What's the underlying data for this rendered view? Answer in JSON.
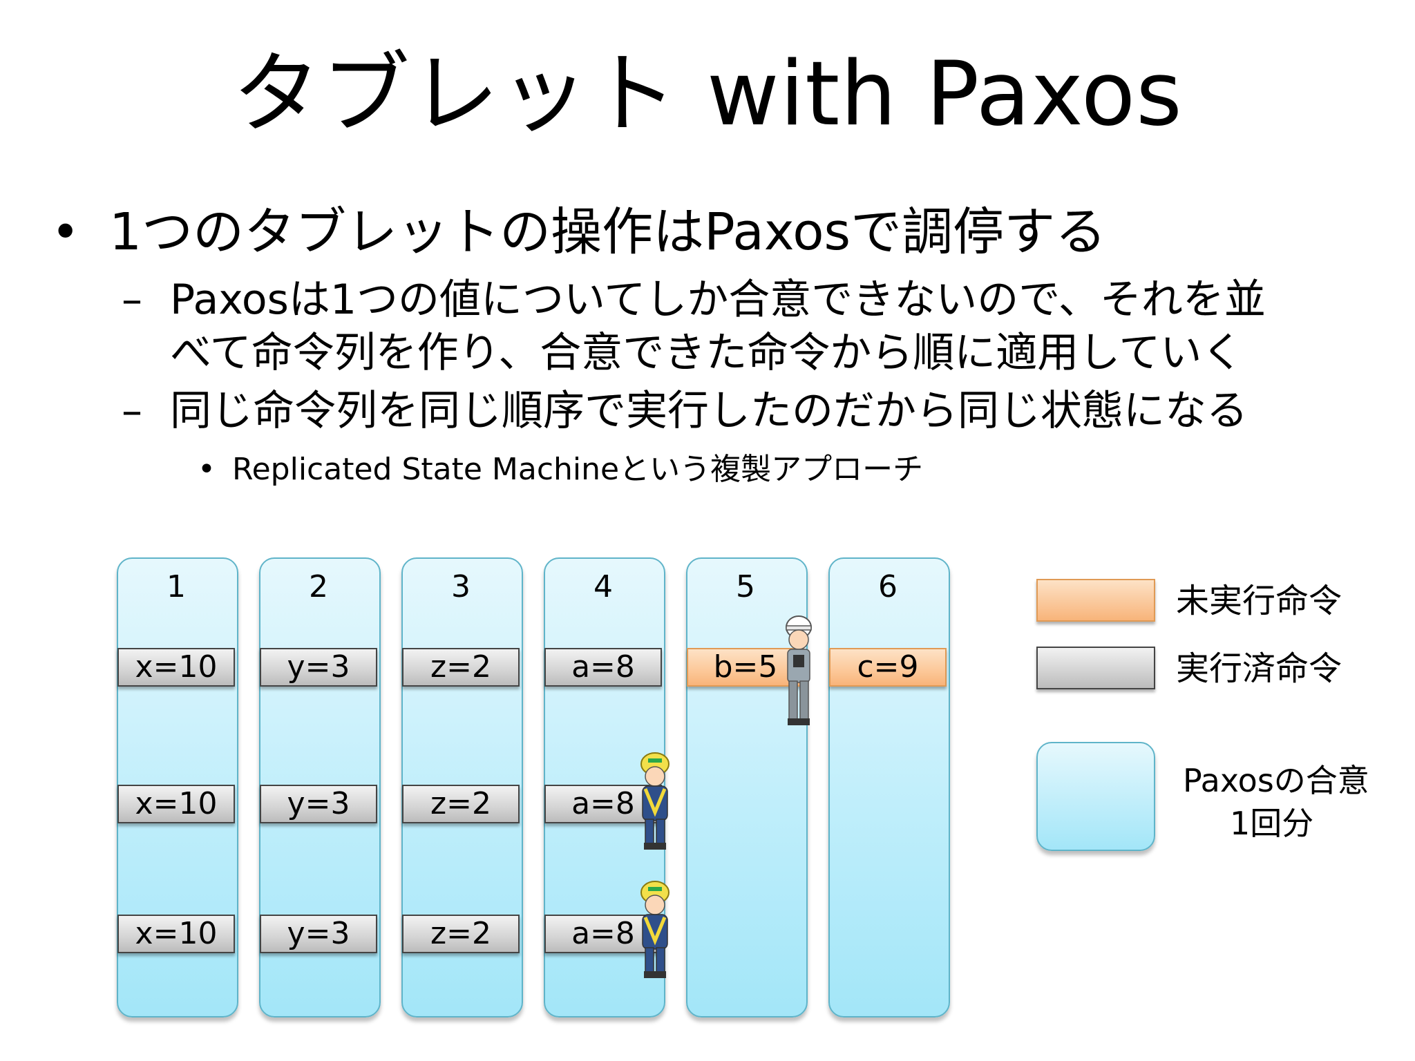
{
  "slide": {
    "title": "タブレット with Paxos",
    "bullets": {
      "l1_marker": "•",
      "l1_text": "1つのタブレットの操作はPaxosで調停する",
      "l2_marker": "–",
      "l2a_line1": "Paxosは1つの値についてしか合意できないので、それを並",
      "l2a_line2": "べて命令列を作り、合意できた命令から順に適用していく",
      "l2b_text": "同じ命令列を同じ順序で実行したのだから同じ状態になる",
      "l3_marker": "•",
      "l3_text": "Replicated State Machineという複製アプローチ"
    }
  },
  "diagram": {
    "columns": [
      {
        "num": "1",
        "row1": "x=10",
        "row2": "x=10",
        "row3": "x=10"
      },
      {
        "num": "2",
        "row1": "y=3",
        "row2": "y=3",
        "row3": "y=3"
      },
      {
        "num": "3",
        "row1": "z=2",
        "row2": "z=2",
        "row3": "z=2"
      },
      {
        "num": "4",
        "row1": "a=8",
        "row2": "a=8",
        "row3": "a=8"
      },
      {
        "num": "5",
        "row1": "b=5"
      },
      {
        "num": "6",
        "row1": "c=9"
      }
    ],
    "legend": {
      "pending": "未実行命令",
      "done": "実行済命令",
      "paxos_line1": "Paxosの合意",
      "paxos_line2": "1回分"
    },
    "colors": {
      "pending": "#f8b47a",
      "done": "#bcbcbc",
      "paxos": "#a3e6f8",
      "border": "#5fb4c9"
    },
    "icons": [
      "worker-icon",
      "supervisor-icon"
    ]
  }
}
